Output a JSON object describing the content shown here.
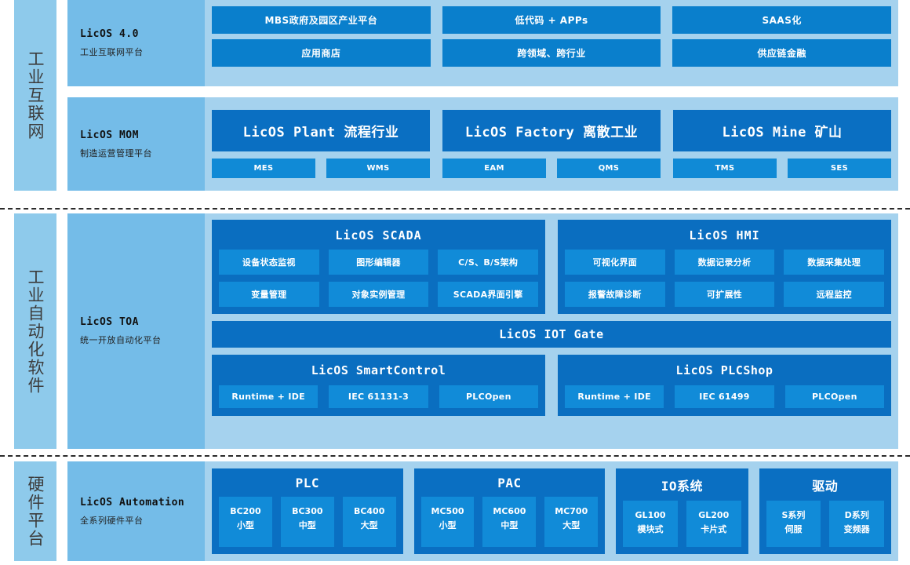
{
  "bands": [
    {
      "label": "工业互联网",
      "rows": [
        {
          "title": "LicOS 4.0",
          "subtitle": "工业互联网平台",
          "columns": [
            {
              "top": "MBS政府及园区产业平台",
              "bottom": "应用商店"
            },
            {
              "top": "低代码 + APPs",
              "bottom": "跨领域、跨行业"
            },
            {
              "top": "SAAS化",
              "bottom": "供应链金融"
            }
          ]
        },
        {
          "title": "LicOS MOM",
          "subtitle": "制造运营管理平台",
          "groups": [
            {
              "title": "LicOS Plant 流程行业",
              "items": [
                "MES",
                "WMS"
              ]
            },
            {
              "title": "LicOS Factory 离散工业",
              "items": [
                "EAM",
                "QMS"
              ]
            },
            {
              "title": "LicOS Mine 矿山",
              "items": [
                "TMS",
                "SES"
              ]
            }
          ]
        }
      ]
    },
    {
      "label": "工业自动化软件",
      "rows": [
        {
          "title": "LicOS TOA",
          "subtitle": "统一开放自动化平台",
          "panels": [
            {
              "title": "LicOS SCADA",
              "lines": [
                [
                  "设备状态监视",
                  "图形编辑器",
                  "C/S、B/S架构"
                ],
                [
                  "变量管理",
                  "对象实例管理",
                  "SCADA界面引擎"
                ]
              ]
            },
            {
              "title": "LicOS HMI",
              "lines": [
                [
                  "可视化界面",
                  "数据记录分析",
                  "数据采集处理"
                ],
                [
                  "报警故障诊断",
                  "可扩展性",
                  "远程监控"
                ]
              ]
            }
          ],
          "gateway": "LicOS IOT Gate",
          "controls": [
            {
              "title": "LicOS SmartControl",
              "items": [
                "Runtime + IDE",
                "IEC 61131-3",
                "PLCOpen"
              ]
            },
            {
              "title": "LicOS PLCShop",
              "items": [
                "Runtime + IDE",
                "IEC 61499",
                "PLCOpen"
              ]
            }
          ]
        }
      ]
    },
    {
      "label": "硬件平台",
      "rows": [
        {
          "title": "LicOS Automation",
          "subtitle": "全系列硬件平台",
          "hardware": [
            {
              "title": "PLC",
              "items": [
                {
                  "model": "BC200",
                  "kind": "小型"
                },
                {
                  "model": "BC300",
                  "kind": "中型"
                },
                {
                  "model": "BC400",
                  "kind": "大型"
                }
              ]
            },
            {
              "title": "PAC",
              "items": [
                {
                  "model": "MC500",
                  "kind": "小型"
                },
                {
                  "model": "MC600",
                  "kind": "中型"
                },
                {
                  "model": "MC700",
                  "kind": "大型"
                }
              ]
            },
            {
              "title": "IO系统",
              "items": [
                {
                  "model": "GL100",
                  "kind": "模块式"
                },
                {
                  "model": "GL200",
                  "kind": "卡片式"
                }
              ]
            },
            {
              "title": "驱动",
              "items": [
                {
                  "model": "S系列",
                  "kind": "伺服"
                },
                {
                  "model": "D系列",
                  "kind": "变频器"
                }
              ]
            }
          ]
        }
      ]
    }
  ],
  "colors": {
    "band_label_bg": "#8ecaeb",
    "row_head_bg": "#74bce8",
    "panel_bg": "#a5d2ee",
    "chip_blue": "#108ad6",
    "bar_blue": "#0a7fcc",
    "container_blue": "#0a6ec0"
  }
}
